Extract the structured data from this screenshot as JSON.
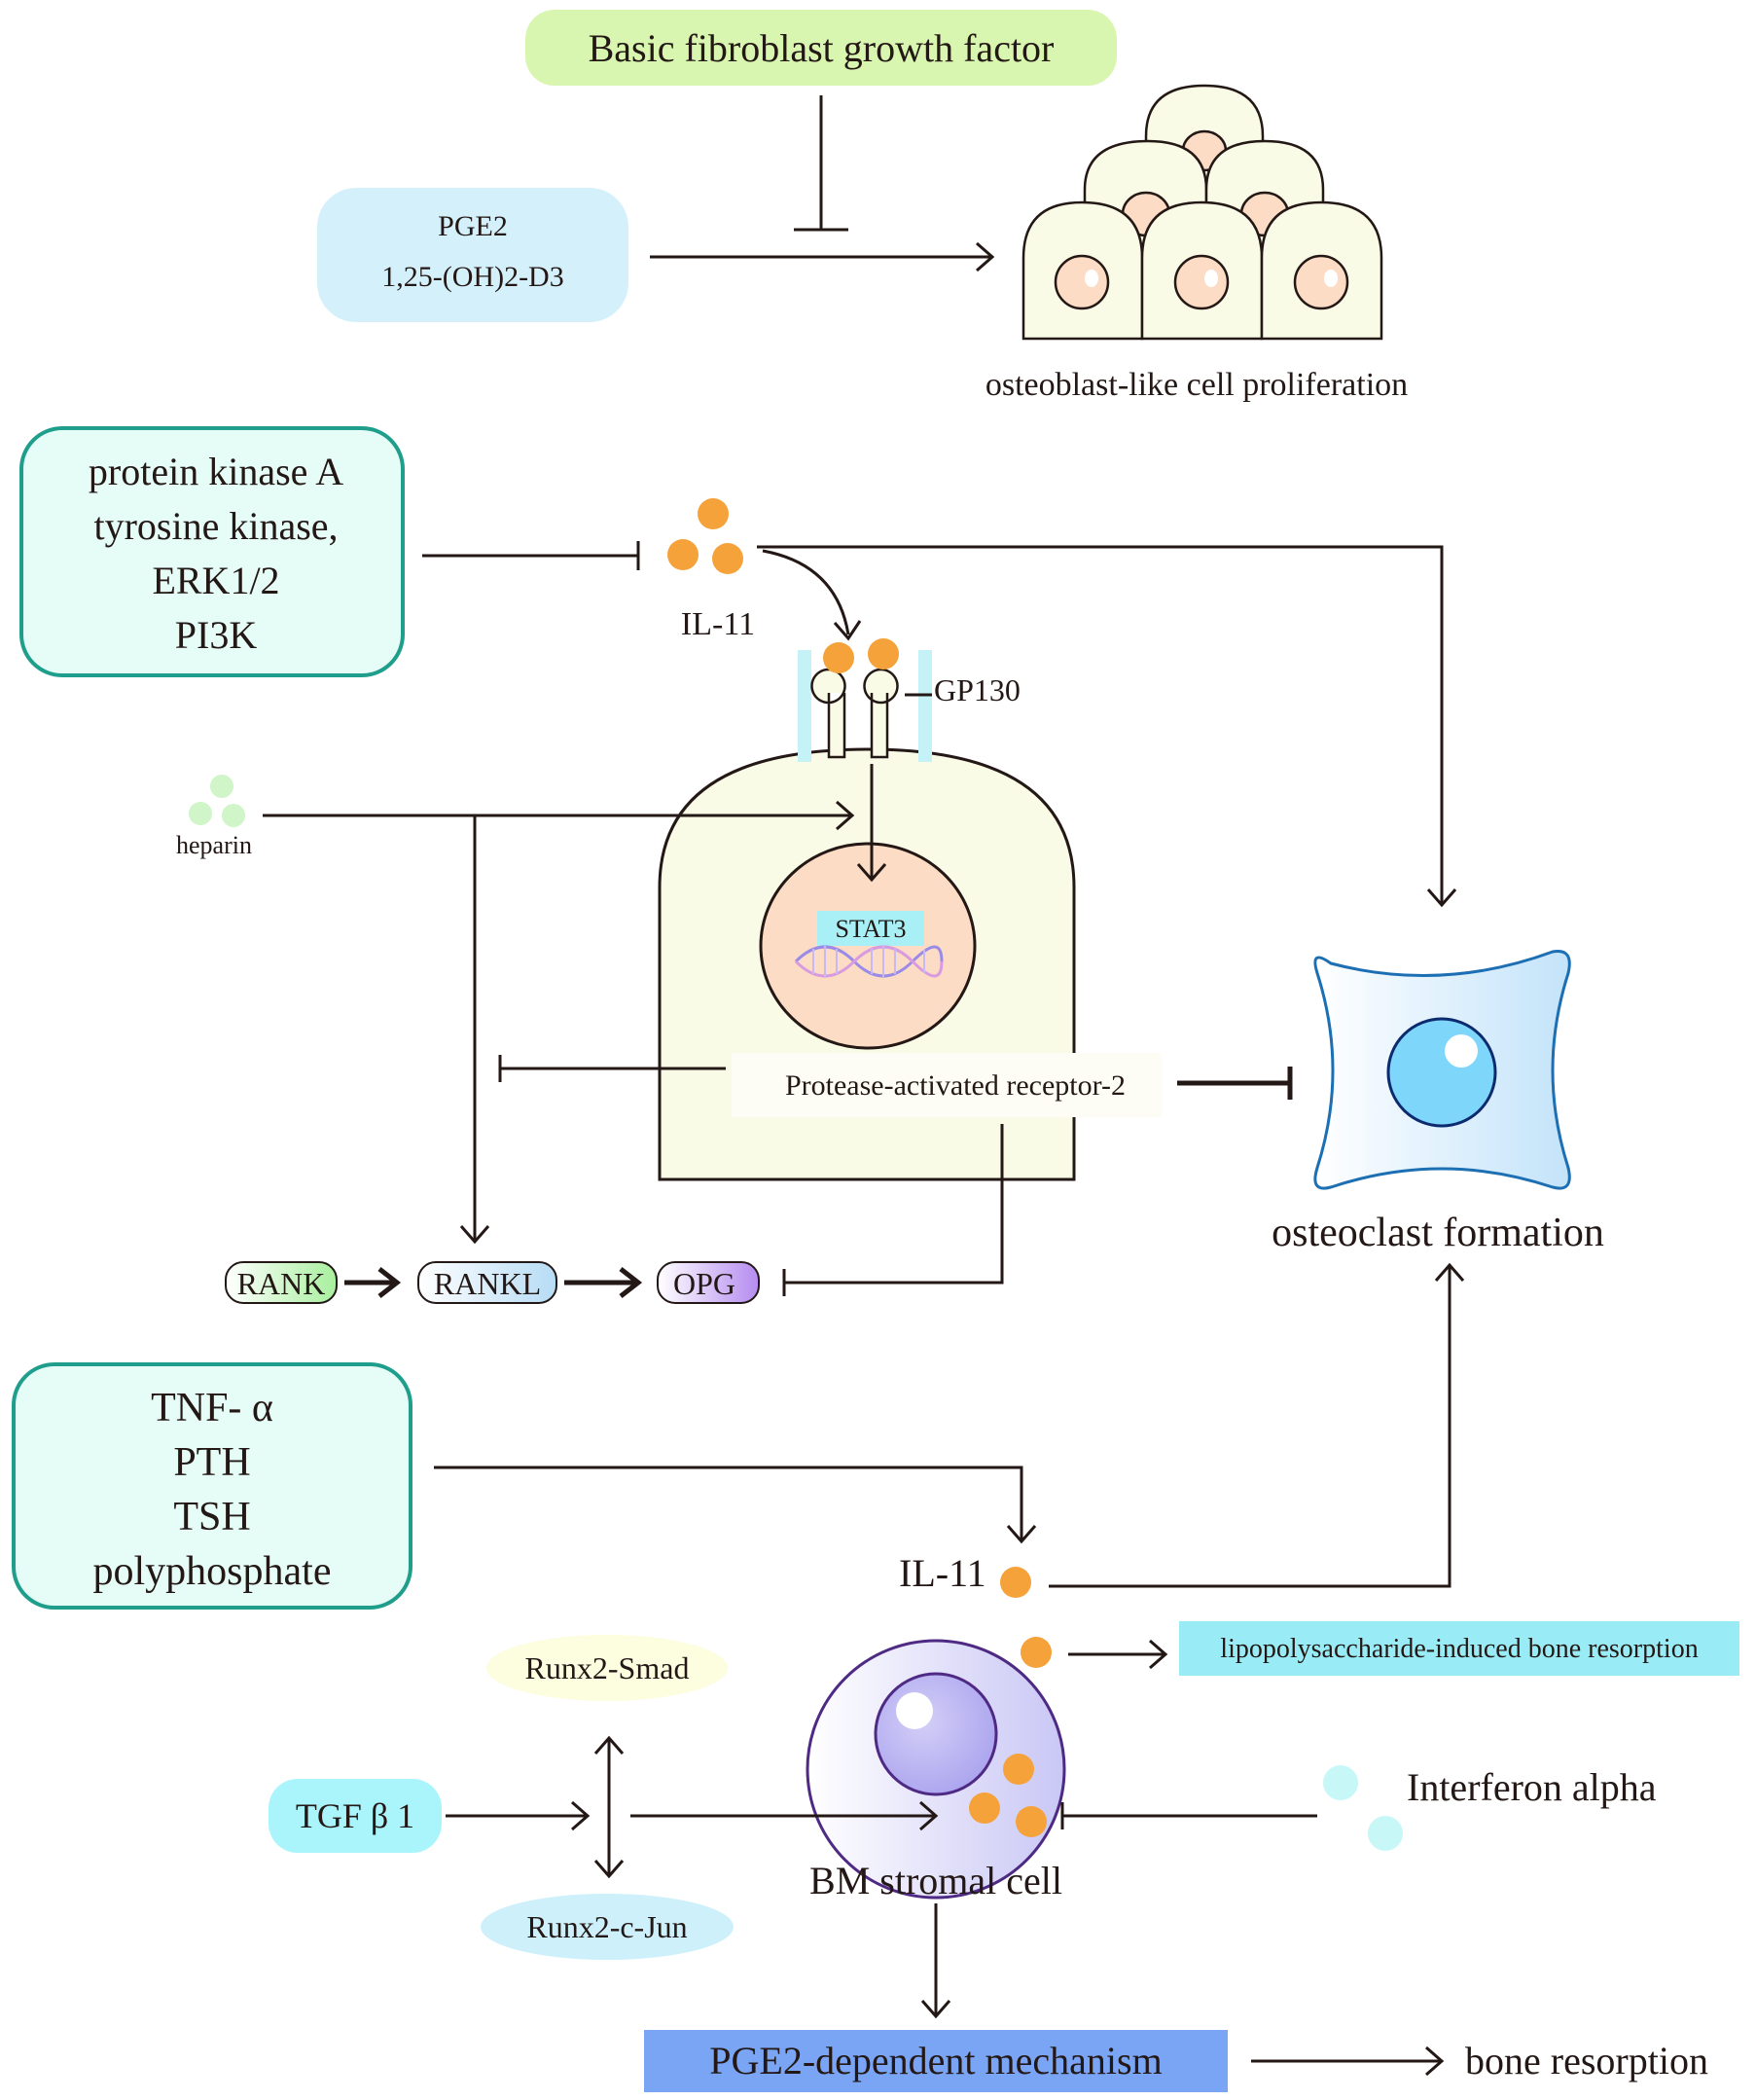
{
  "labels": {
    "bfgf": "Basic fibroblast growth   factor",
    "pge2": "PGE2",
    "d3": "1,25-(OH)2-D3",
    "proliferation": "osteoblast-like cell proliferation",
    "kinase_1": "protein kinase A",
    "kinase_2": "tyrosine kinase,",
    "kinase_3": "ERK1/2",
    "kinase_4": "PI3K",
    "il11_top": "IL-11",
    "gp130": "GP130",
    "heparin": "heparin",
    "stat3": "STAT3",
    "par2": "Protease-activated receptor-2",
    "rank": "RANK",
    "rankl": "RANKL",
    "opg": "OPG",
    "osteoclast": "osteoclast formation",
    "tnf": "TNF- α",
    "pth": "PTH",
    "tsh": "TSH",
    "polyphosphate": "polyphosphate",
    "il11_bottom": "IL-11",
    "lps": "lipopolysaccharide-induced bone resorption",
    "runx2_smad": "Runx2-Smad",
    "tgfb1": "TGF β 1",
    "interferon": "Interferon alpha",
    "stromal": "BM stromal cell",
    "runx2_cjun": "Runx2-c-Jun",
    "pge2_mech": "PGE2-dependent  mechanism",
    "bone_resorption": "bone resorption"
  },
  "colors": {
    "line": "#231815",
    "green_box": "#d8f6b0",
    "blue_box": "#d4f1fb",
    "teal_border": "#1f9e8c",
    "teal_fill": "#e6fcf7",
    "orange_dot": "#f5a23a",
    "cell_fill": "#fafbe6",
    "nucleus": "#fcdcc4",
    "osteoclast_border": "#1d6fb3",
    "osteoclast_nucleus": "#7fd6fb",
    "stromal_border": "#4e2a84",
    "lps_box": "#99ecf5",
    "pge2_mech_box": "#7aa5f5",
    "tgf_box": "#a9f5fb",
    "runx2_smad_box": "#fdfde0",
    "runx2_cjun_box": "#cdf0fb",
    "heparin_dot": "#cff5c8",
    "interferon_dot": "#c8f7f7"
  }
}
